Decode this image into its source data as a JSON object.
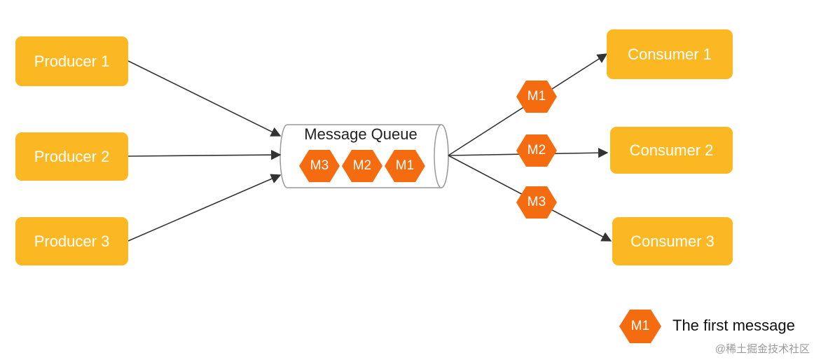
{
  "colors": {
    "box_fill": "#fbb823",
    "message_fill": "#f56b10",
    "arrow": "#333333",
    "queue_outline": "#999999"
  },
  "producers": [
    {
      "label": "Producer 1"
    },
    {
      "label": "Producer 2"
    },
    {
      "label": "Producer 3"
    }
  ],
  "consumers": [
    {
      "label": "Consumer 1"
    },
    {
      "label": "Consumer 2"
    },
    {
      "label": "Consumer 3"
    }
  ],
  "queue": {
    "title": "Message Queue",
    "messages": [
      "M3",
      "M2",
      "M1"
    ]
  },
  "in_transit": [
    "M1",
    "M2",
    "M3"
  ],
  "legend": {
    "badge": "M1",
    "text": "The first message"
  },
  "watermark": "@稀土掘金技术社区"
}
